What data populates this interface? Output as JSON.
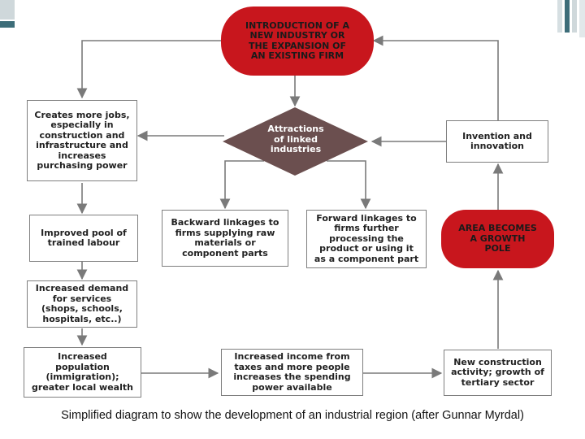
{
  "colors": {
    "red": "#c8161d",
    "diamond": "#6b4f4f",
    "arrow": "#7a7a7a",
    "corner": "#3d6d79"
  },
  "nodes": {
    "intro": "INTRODUCTION OF A\nNEW INDUSTRY OR\nTHE EXPANSION OF\nAN EXISTING FIRM",
    "attractions": "Attractions\nof linked\nindustries",
    "jobs": "Creates more jobs,\nespecially in\nconstruction and\ninfrastructure and\nincreases\npurchasing power",
    "invention": "Invention and\ninnovation",
    "labour": "Improved pool of\ntrained labour",
    "backward": "Backward linkages to\nfirms supplying raw\nmaterials or\ncomponent parts",
    "forward": "Forward linkages to\nfirms further\nprocessing the\nproduct or using it\nas a component part",
    "growth_pole": "AREA BECOMES\nA GROWTH\nPOLE",
    "services": "Increased demand\nfor services\n(shops, schools,\nhospitals, etc..)",
    "population": "Increased\npopulation\n(immigration);\ngreater local wealth",
    "income": "Increased income from\ntaxes and more people\nincreases the spending\npower available",
    "construction": "New construction\nactivity; growth of\ntertiary sector"
  },
  "caption": "Simplified diagram to show the development of an industrial region (after Gunnar Myrdal)"
}
